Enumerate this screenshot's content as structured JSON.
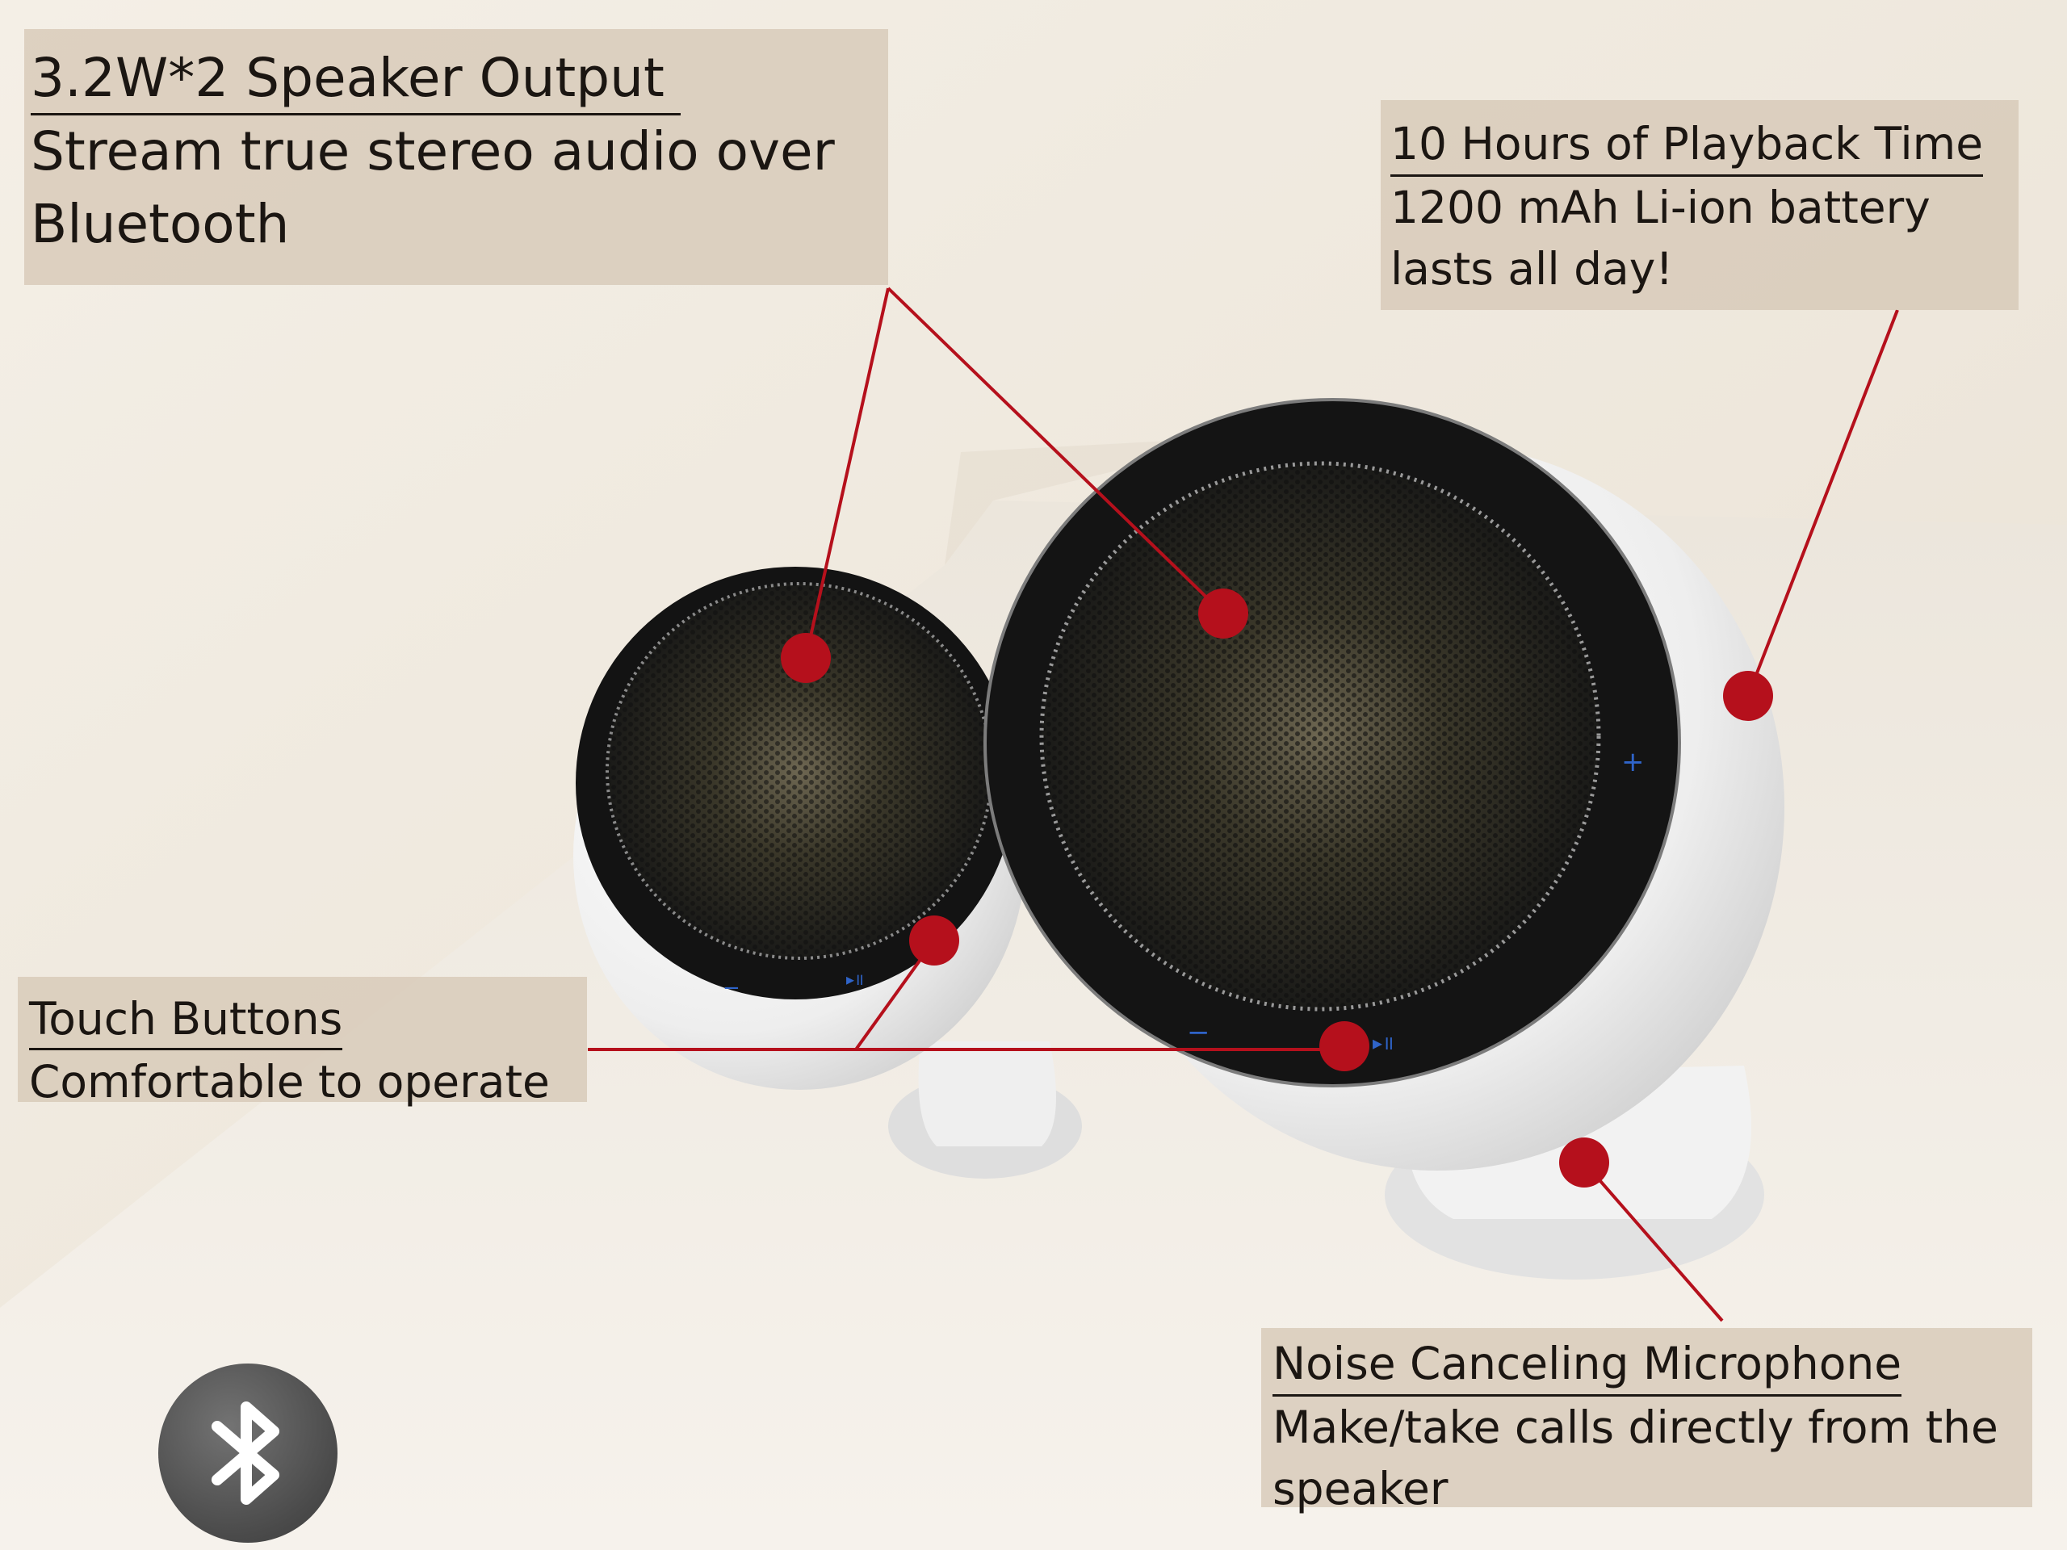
{
  "callouts": {
    "speaker_output": {
      "heading": "3.2W*2 Speaker Output",
      "body": "Stream true stereo audio over Bluetooth"
    },
    "battery": {
      "heading": "10 Hours of Playback Time",
      "body": "1200 mAh Li-ion battery lasts all day!"
    },
    "touch_buttons": {
      "heading": "Touch Buttons",
      "body": "Comfortable to operate"
    },
    "microphone": {
      "heading": "Noise Canceling Microphone",
      "body": "Make/take calls directly from the speaker"
    }
  },
  "badge": {
    "icon": "bluetooth-icon"
  },
  "colors": {
    "accent_red": "#b5101c",
    "callout_bg": "#d6c8b6",
    "text": "#1b1612",
    "speaker_white": "#f3f3f3",
    "speaker_black": "#151515",
    "badge_grey": "#555555"
  }
}
